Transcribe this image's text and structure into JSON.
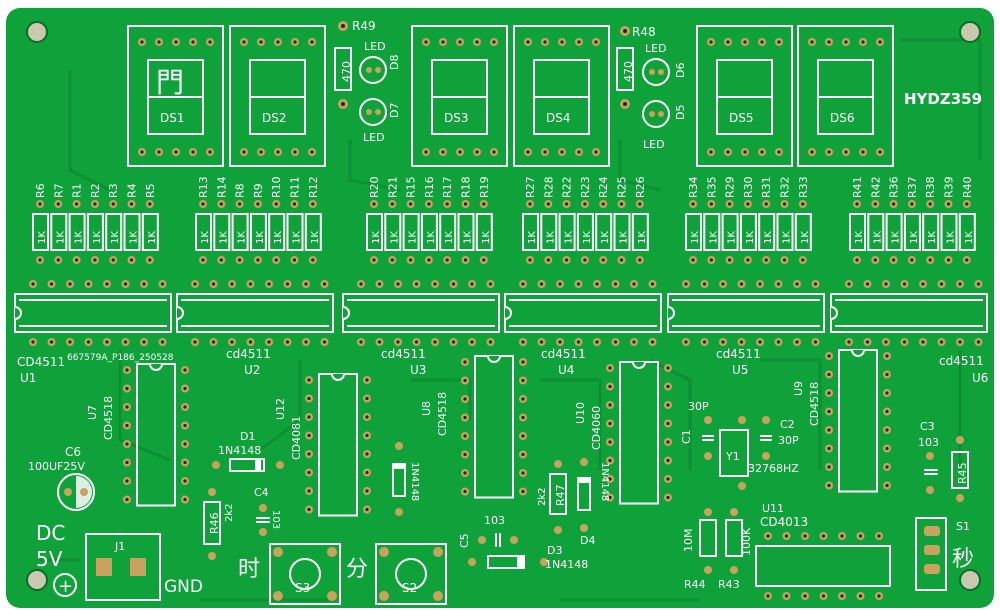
{
  "board_id": "HYDZ359",
  "batch_code": "667579A_P186_250528",
  "colors": {
    "pcb": "#10a23a",
    "silk": "#ffffff",
    "pad": "#c9a25e",
    "hole": "#1b2a1b"
  },
  "digits": [
    "DS1",
    "DS2",
    "DS3",
    "DS4",
    "DS5",
    "DS6"
  ],
  "digit1_char": "門",
  "ics": {
    "U1": "CD4511",
    "U2": "cd4511",
    "U3": "cd4511",
    "U4": "cd4511",
    "U5": "cd4511",
    "U6": "cd4511",
    "U7": "CD4518",
    "U8": "CD4518",
    "U9": "CD4518",
    "U10": "CD4060",
    "U11": "CD4013",
    "U12": "CD4081"
  },
  "ic_labels": [
    "U1",
    "U2",
    "U3",
    "U4",
    "U5",
    "U6",
    "U7",
    "U8",
    "U9",
    "U10",
    "U11",
    "U12"
  ],
  "resistors_top": [
    [
      "R6",
      "R7",
      "R1",
      "R2",
      "R3",
      "R4",
      "R5"
    ],
    [
      "R13",
      "R14",
      "R8",
      "R9",
      "R10",
      "R11",
      "R12"
    ],
    [
      "R20",
      "R21",
      "R15",
      "R16",
      "R17",
      "R18",
      "R19"
    ],
    [
      "R27",
      "R28",
      "R22",
      "R23",
      "R24",
      "R25",
      "R26"
    ],
    [
      "R34",
      "R35",
      "R29",
      "R30",
      "R31",
      "R32",
      "R33"
    ],
    [
      "R41",
      "R42",
      "R36",
      "R37",
      "R38",
      "R39",
      "R40"
    ]
  ],
  "res_value": "1K",
  "r49": "R49",
  "r48": "R48",
  "r49_value": "470",
  "r48_value": "470",
  "leds": [
    "D8",
    "D7",
    "D6",
    "D5"
  ],
  "led_text": "LED",
  "c1": "C1",
  "c1_value": "30P",
  "c2": "C2",
  "c2_value": "30P",
  "c3": "C3",
  "c3_value": "103",
  "c4": "C4",
  "c4_value": "103",
  "c5": "C5",
  "c5_value": "103",
  "c6": "C6",
  "c6_value": "100UF25V",
  "crystal": "Y1",
  "crystal_value": "32768HZ",
  "d1": "D1",
  "d1_value": "1N4148",
  "d2_value": "1N4148",
  "d3": "D3",
  "d3_value": "1N4148",
  "d4": "D4",
  "d4_value": "1N4148",
  "r47": "R47",
  "r47_value": "2k2",
  "r46": "R46",
  "r46_value": "2k2",
  "r45": "R45",
  "r44": "R44",
  "r44_value": "10M",
  "r43": "R43",
  "r43_value": "100K",
  "power": {
    "label": "J1",
    "dc": "DC",
    "volts": "5V",
    "plus": "+",
    "gnd": "GND"
  },
  "switches": {
    "s3": "S3",
    "s2": "S2",
    "s1": "S1",
    "hour": "时",
    "minute": "分",
    "second": "秒"
  }
}
